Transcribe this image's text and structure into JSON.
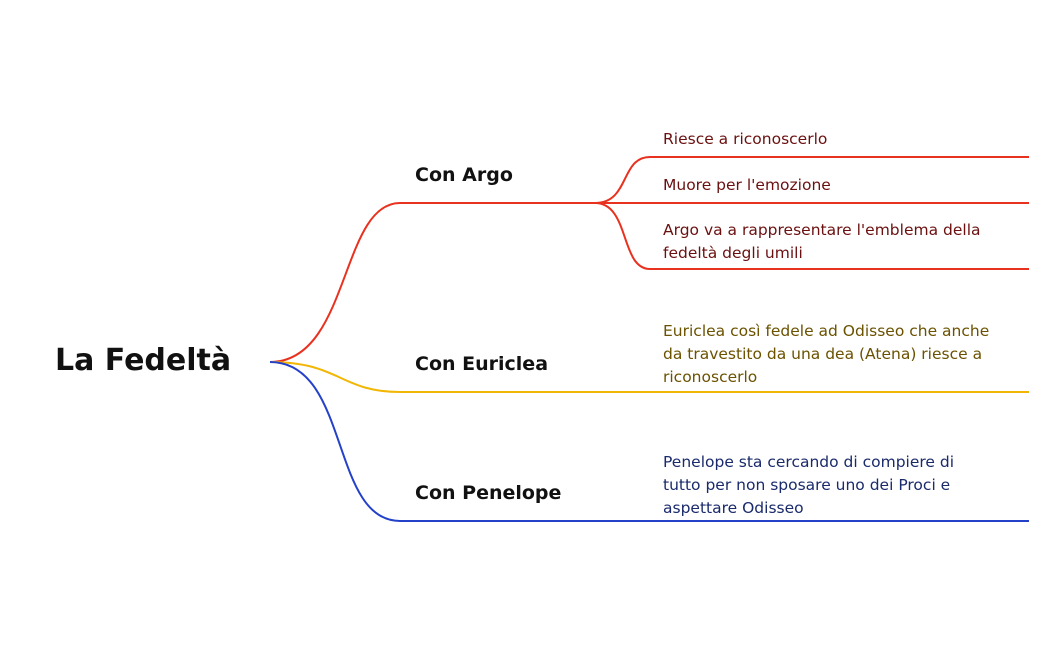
{
  "root": {
    "label": "La Fedeltà"
  },
  "branches": [
    {
      "label": "Con Argo",
      "color": "#e8321f",
      "text_color": "#6b1010",
      "leaves": [
        {
          "lines": [
            "Riesce a riconoscerlo"
          ]
        },
        {
          "lines": [
            "Muore per l'emozione"
          ]
        },
        {
          "lines": [
            "Argo va a rappresentare l'emblema della",
            "fedeltà degli umili"
          ]
        }
      ]
    },
    {
      "label": "Con Euriclea",
      "color": "#f2b705",
      "text_color": "#6b5200",
      "leaves": [
        {
          "lines": [
            "Euriclea così fedele ad Odisseo che anche",
            "da travestito da una dea (Atena) riesce a",
            "riconoscerlo"
          ]
        }
      ]
    },
    {
      "label": "Con Penelope",
      "color": "#2441c9",
      "text_color": "#1a2a6b",
      "leaves": [
        {
          "lines": [
            "Penelope sta cercando di compiere di",
            "tutto per non sposare uno dei Proci e",
            "aspettare Odisseo"
          ]
        }
      ]
    }
  ]
}
